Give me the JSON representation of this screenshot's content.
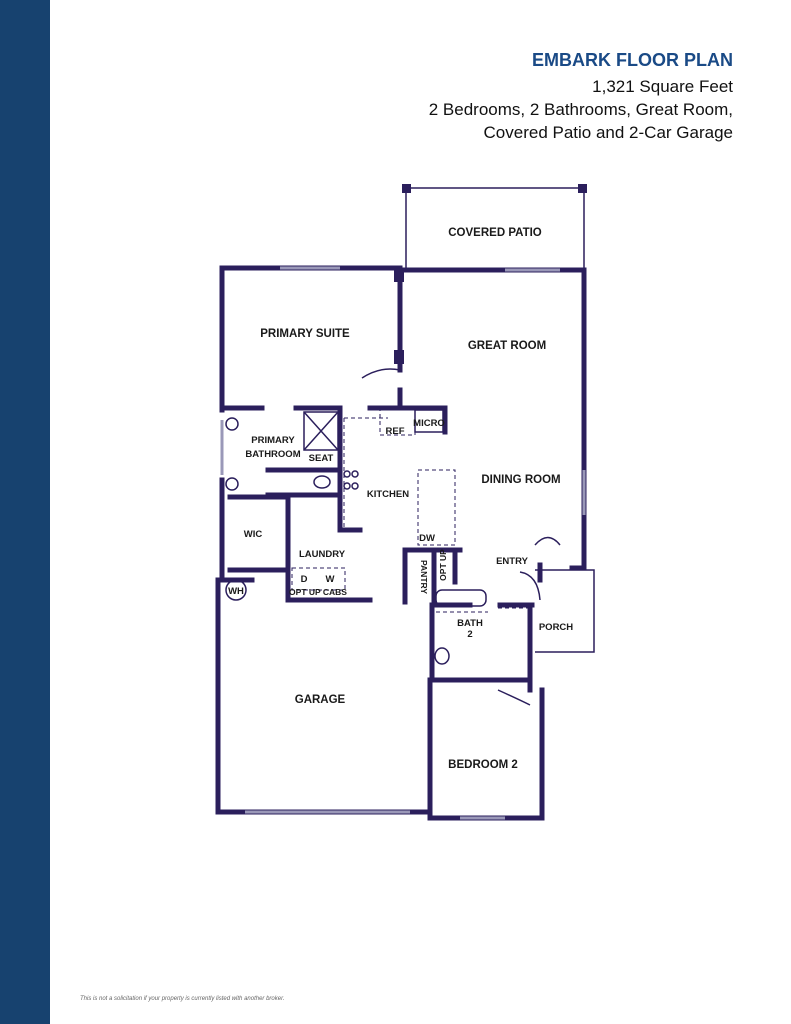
{
  "header": {
    "title": "EMBARK FLOOR PLAN",
    "square_feet": "1,321 Square Feet",
    "features_line1": "2 Bedrooms, 2 Bathrooms, Great Room,",
    "features_line2": "Covered Patio and 2-Car Garage"
  },
  "rooms": {
    "covered_patio": "COVERED PATIO",
    "primary_suite": "PRIMARY SUITE",
    "great_room": "GREAT ROOM",
    "primary_bathroom_1": "PRIMARY",
    "primary_bathroom_2": "BATHROOM",
    "seat": "SEAT",
    "ref": "REF",
    "micro": "MICRO",
    "kitchen": "KITCHEN",
    "dining_room": "DINING ROOM",
    "wic": "WIC",
    "dw": "DW",
    "laundry": "LAUNDRY",
    "entry": "ENTRY",
    "dryer": "D",
    "washer": "W",
    "opt_up_cabs": "OPT UP CABS",
    "pantry": "PANTRY",
    "opt_up": "OPT UP",
    "wh": "WH",
    "bath2_1": "BATH",
    "bath2_2": "2",
    "porch": "PORCH",
    "garage": "GARAGE",
    "bedroom2": "BEDROOM 2"
  },
  "footer": {
    "disclaimer": "This is not a solicitation if your property is currently listed with another broker."
  },
  "colors": {
    "sidebar": "#17426f",
    "title": "#1a4a86",
    "walls": "#2b1f5c"
  }
}
